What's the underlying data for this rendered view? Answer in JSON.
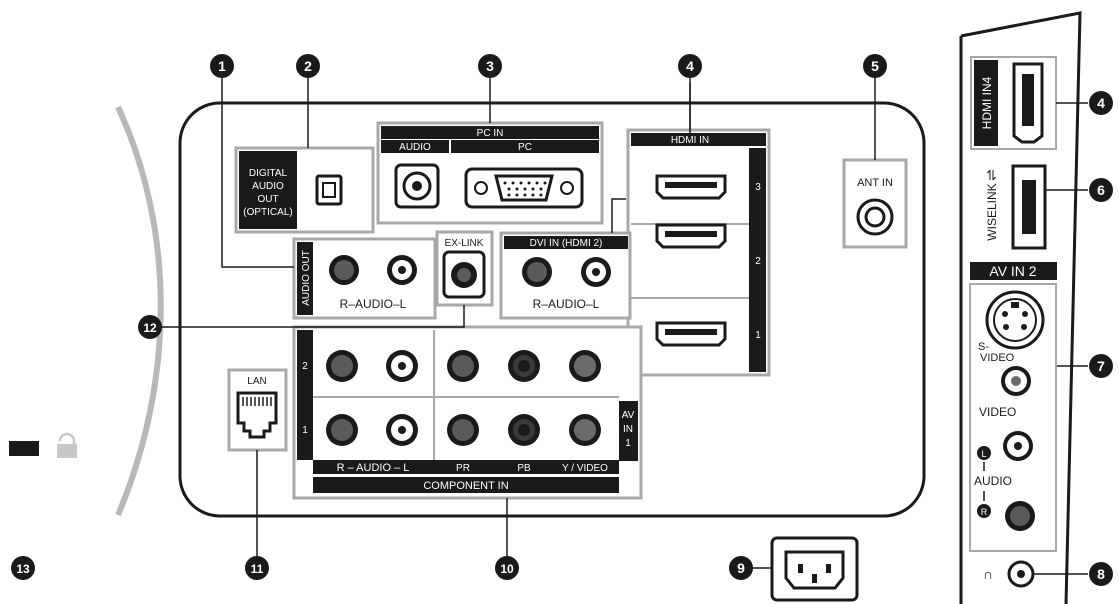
{
  "callouts": {
    "n1": "1",
    "n2": "2",
    "n3": "3",
    "n4": "4",
    "n5": "5",
    "n6": "6",
    "n7": "7",
    "n8": "8",
    "n9": "9",
    "n10": "10",
    "n11": "11",
    "n12": "12",
    "n13": "13",
    "n4b": "4"
  },
  "rear_panel": {
    "digital_audio": [
      "DIGITAL",
      "AUDIO",
      "OUT",
      "(OPTICAL)"
    ],
    "pc_in": "PC IN",
    "pc_audio": "AUDIO",
    "pc": "PC",
    "hdmi_in": "HDMI IN",
    "hdmi_numbers": [
      "3",
      "2",
      "1"
    ],
    "ant_in": "ANT IN",
    "audio_out": "AUDIO OUT",
    "audio_lr": "R–AUDIO–L",
    "ex_link": "EX-LINK",
    "dvi_in": "DVI IN (HDMI 2)",
    "dvi_audio": "R–AUDIO–L",
    "lan": "LAN",
    "component_rows": [
      "2",
      "1"
    ],
    "av_in": [
      "AV",
      "IN",
      "1"
    ],
    "component_audio": "R – AUDIO – L",
    "pr": "PR",
    "pb": "PB",
    "y_video": "Y / VIDEO",
    "component_in": "COMPONENT IN"
  },
  "side_panel": {
    "hdmi_in4": "HDMI IN4",
    "wiselink": "WISELINK",
    "av_in2": "AV IN 2",
    "s_video": [
      "S-",
      "VIDEO"
    ],
    "video": "VIDEO",
    "audio": "AUDIO",
    "l": "L",
    "r": "R"
  },
  "colors": {
    "frame": "#a8a8a8",
    "black": "#1a1a1a",
    "gray_jack": "#5a5a5a"
  }
}
